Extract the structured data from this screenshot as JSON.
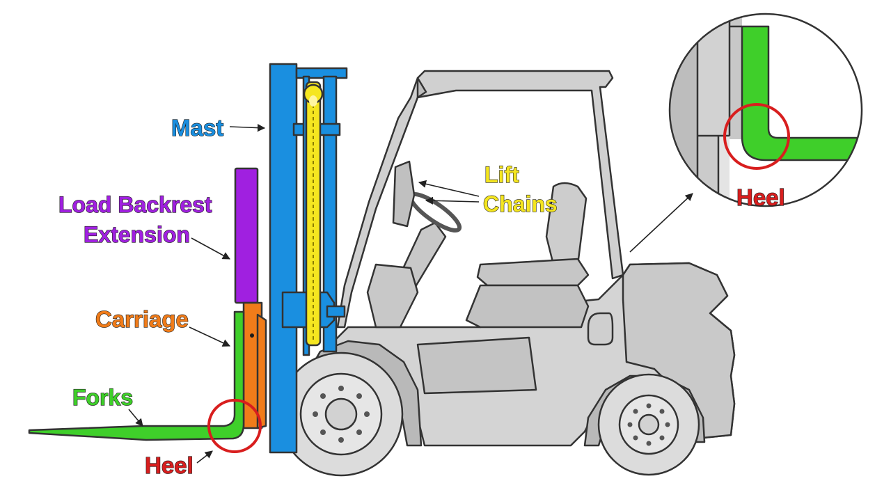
{
  "labels": {
    "mast": "Mast",
    "load_backrest_line1": "Load Backrest",
    "load_backrest_line2": "Extension",
    "carriage": "Carriage",
    "forks": "Forks",
    "heel": "Heel",
    "lift_line1": "Lift",
    "lift_line2": "Chains",
    "heel_detail": "Heel"
  },
  "colors": {
    "mast": "#1a8fe0",
    "load_backrest": "#a020e0",
    "carriage": "#f07c1a",
    "forks": "#3fcf2a",
    "chains": "#f5e620",
    "heel": "#d81e1e",
    "body": "#d4d4d4",
    "body_dark": "#b9b9b9",
    "tire": "#d9d9d9"
  }
}
